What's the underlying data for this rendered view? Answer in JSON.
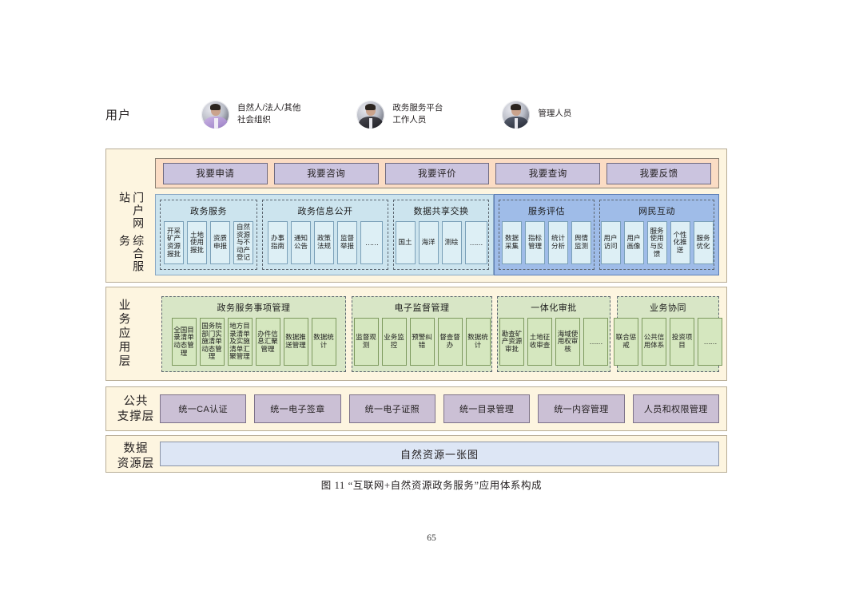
{
  "users": {
    "title": "用户",
    "items": [
      {
        "avatar": "person-avatar",
        "line1": "自然人/法人/其他",
        "line2": "社会组织"
      },
      {
        "avatar": "person-avatar",
        "line1": "政务服务平台",
        "line2": "工作人员"
      },
      {
        "avatar": "person-avatar",
        "line1": "管理人员",
        "line2": ""
      }
    ]
  },
  "portal": {
    "layer_label_right": "综合服务",
    "layer_label_left": "门户网站",
    "actions": [
      "我要申请",
      "我要咨询",
      "我要评价",
      "我要查询",
      "我要反馈"
    ],
    "groups": [
      {
        "title": "政务服务",
        "cells": [
          "开采矿产资源报批",
          "土地使用报批",
          "资质申报",
          "自然资源与不动产登记"
        ]
      },
      {
        "title": "政务信息公开",
        "cells": [
          "办事指南",
          "通知公告",
          "政策法规",
          "监督举报",
          "……"
        ]
      },
      {
        "title": "数据共享交换",
        "cells": [
          "国土",
          "海洋",
          "测绘",
          "……"
        ]
      },
      {
        "title": "服务评估",
        "cells": [
          "数据采集",
          "指标管理",
          "统计分析",
          "舆情监测"
        ]
      },
      {
        "title": "网民互动",
        "cells": [
          "用户访问",
          "用户画像",
          "服务使用与反馈",
          "个性化推送",
          "服务优化"
        ]
      }
    ]
  },
  "business": {
    "layer_label": "业务应用层",
    "groups": [
      {
        "title": "政务服务事项管理",
        "cells": [
          "全国目录清单动态管理",
          "国务院部门实施清单动态管理",
          "地方目录清单及实施清单汇聚管理",
          "办件信息汇聚管理",
          "数据推送管理",
          "数据统计"
        ]
      },
      {
        "title": "电子监督管理",
        "cells": [
          "监督观测",
          "业务监控",
          "预警纠错",
          "督查督办",
          "数据统计"
        ]
      },
      {
        "title": "一体化审批",
        "cells": [
          "勘查矿产资源审批",
          "土地征收审查",
          "海域使用权审核",
          "……"
        ]
      },
      {
        "title": "业务协同",
        "cells": [
          "联合惩戒",
          "公共信用体系",
          "投资项目",
          "……"
        ]
      }
    ]
  },
  "support": {
    "layer_label_line1": "公共",
    "layer_label_line2": "支撑层",
    "items": [
      "统一CA认证",
      "统一电子签章",
      "统一电子证照",
      "统一目录管理",
      "统一内容管理",
      "人员和权限管理"
    ]
  },
  "data_layer": {
    "layer_label_line1": "数据",
    "layer_label_line2": "资源层",
    "value": "自然资源一张图"
  },
  "caption": "图 11  “互联网+自然资源政务服务”应用体系构成",
  "page_number": "65",
  "colors": {
    "frame_bg": "#fdf5e0",
    "action_bar_bg": "#fbdcc4",
    "action_btn_bg": "#cbc4df",
    "zone_light_bg": "#cce4ee",
    "zone_dark_bg": "#9fbce8",
    "biz_group_bg": "#d8e6c6",
    "support_btn_bg": "#cbc0d5",
    "data_bar_bg": "#dde6f5"
  }
}
